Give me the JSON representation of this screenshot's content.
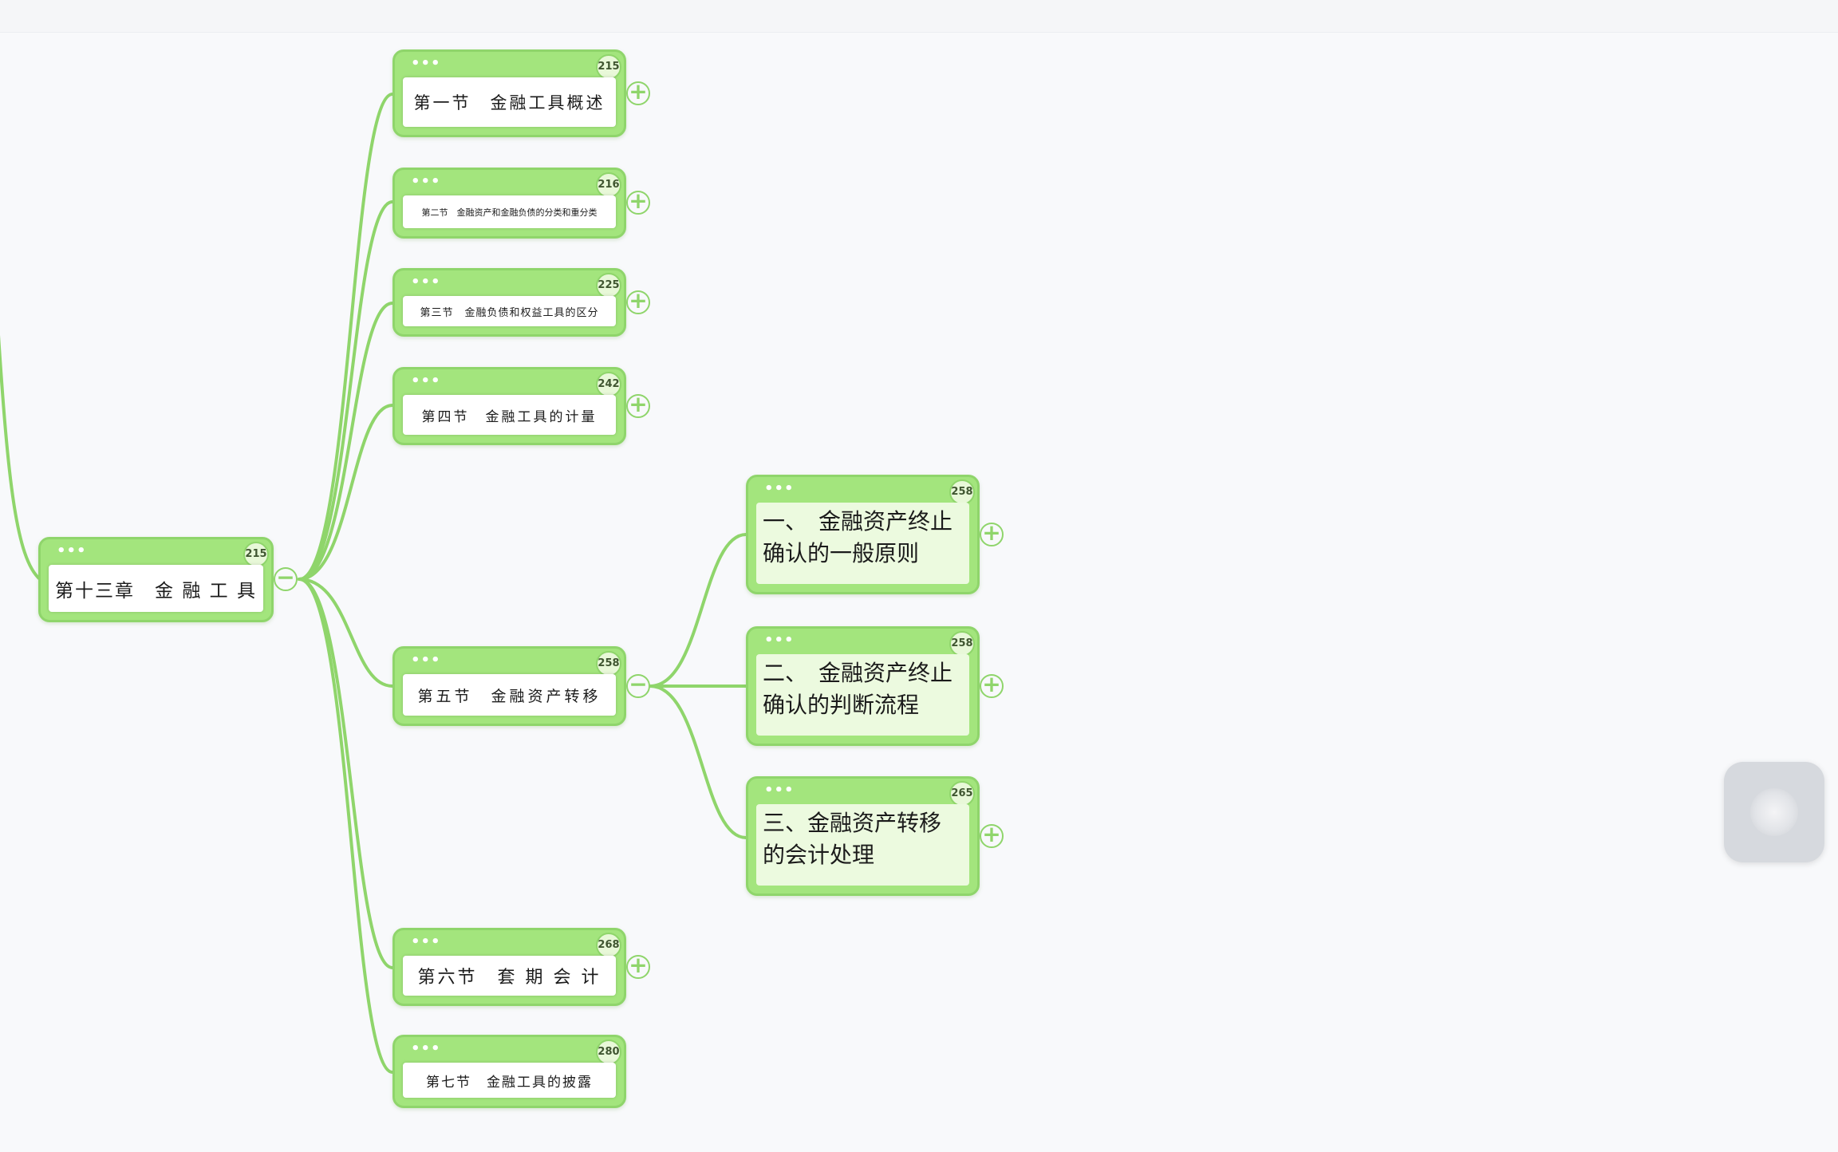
{
  "map": {
    "colors": {
      "node_fill": "#a3e57d",
      "node_border": "#8fd56b",
      "line": "#8fd56b",
      "background": "#f8f9fb"
    },
    "root": {
      "title": "第十三章　金 融 工 具",
      "page": "215",
      "more": "•••",
      "toggle": "−"
    },
    "sections": [
      {
        "title": "第一节　金融工具概述",
        "page": "215",
        "more": "•••",
        "toggle": "+"
      },
      {
        "title": "第二节　金融资产和金融负债的分类和重分类",
        "page": "216",
        "more": "•••",
        "toggle": "+"
      },
      {
        "title": "第三节　金融负债和权益工具的区分",
        "page": "225",
        "more": "•••",
        "toggle": "+"
      },
      {
        "title": "第四节　金融工具的计量",
        "page": "242",
        "more": "•••",
        "toggle": "+"
      },
      {
        "title": "第五节　金融资产转移",
        "page": "258",
        "more": "•••",
        "toggle": "−"
      },
      {
        "title": "第六节　套 期 会 计",
        "page": "268",
        "more": "•••",
        "toggle": "+"
      },
      {
        "title": "第七节　金融工具的披露",
        "page": "280",
        "more": "•••",
        "toggle": ""
      }
    ],
    "subsections": [
      {
        "title": "一、　金融资产终止确认的一般原则",
        "page": "258",
        "more": "•••",
        "toggle": "+"
      },
      {
        "title": "二、　金融资产终止确认的判断流程",
        "page": "258",
        "more": "•••",
        "toggle": "+"
      },
      {
        "title": "三、金融资产转移的会计处理",
        "page": "265",
        "more": "•••",
        "toggle": "+"
      }
    ]
  },
  "floating_button": {
    "icon": "assistive-touch-icon"
  }
}
